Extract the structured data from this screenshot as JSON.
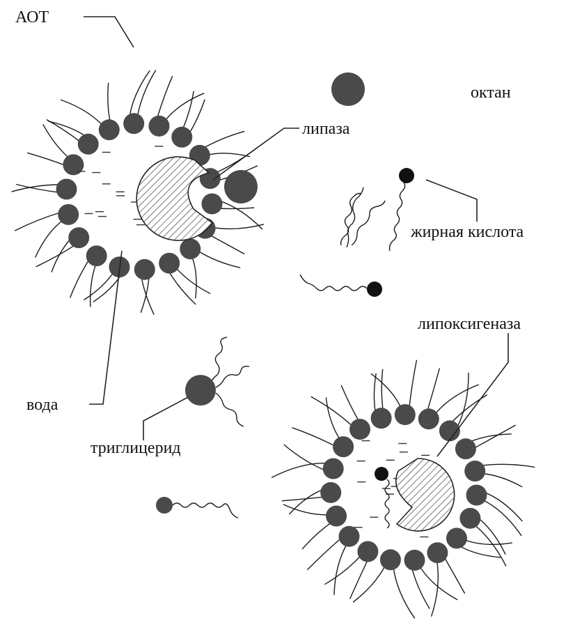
{
  "labels": {
    "aot": "АОТ",
    "octane": "октан",
    "lipase": "липаза",
    "fatty_acid": "жирная кислота",
    "lipoxygenase": "липоксигеназа",
    "water": "вода",
    "triglyceride": "триглицерид"
  },
  "colors": {
    "surfactant_head": "#4a4a4a",
    "fatty_acid_head": "#111111",
    "line": "#222222"
  }
}
